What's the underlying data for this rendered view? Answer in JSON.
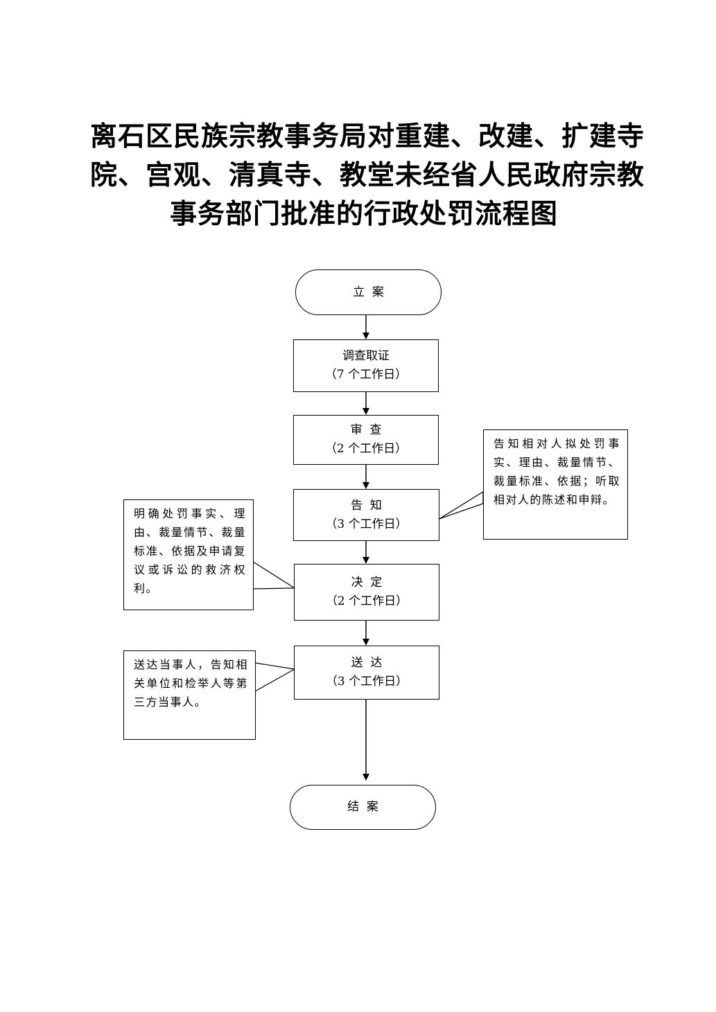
{
  "title": {
    "line1": "离石区民族宗教事务局对重建、改建、扩建寺",
    "line2": "院、宫观、清真寺、教堂未经省人民政府宗教",
    "line3": "事务部门批准的行政处罚流程图"
  },
  "flow": {
    "start": "立  案",
    "investigate": {
      "label": "调查取证",
      "days": "（7 个工作日）"
    },
    "review": {
      "label": "审  查",
      "days": "（2 个工作日）"
    },
    "notify": {
      "label": "告  知",
      "days": "（3 个工作日）"
    },
    "decide": {
      "label": "决  定",
      "days": "（2 个工作日）"
    },
    "deliver": {
      "label": "送  达",
      "days": "（3 个工作日）"
    },
    "end": "结  案"
  },
  "notes": {
    "notify_note": "告知相对人拟处罚事实、理由、裁量情节、裁量标准、依据；听取相对人的陈述和申辩。",
    "decide_note": "明确处罚事实、理由、裁量情节、裁量标准、依据及申请复议或诉讼的救济权利。",
    "deliver_note": "送达当事人，告知相关单位和检举人等第三方当事人。"
  }
}
